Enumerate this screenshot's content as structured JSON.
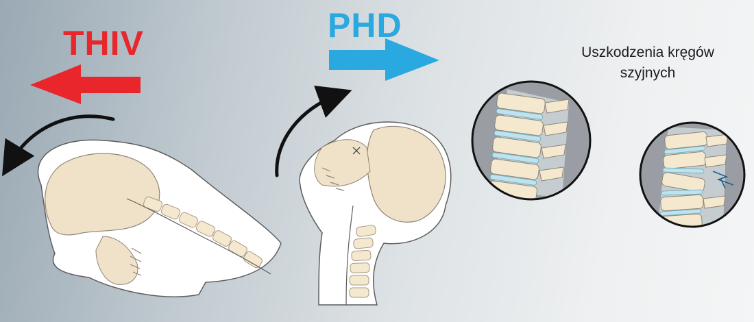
{
  "labels": {
    "left_direction": "THIV",
    "right_direction": "PHD",
    "caption_line1": "Uszkodzenia kręgów",
    "caption_line2": "szyjnych"
  },
  "colors": {
    "thiv_red": "#e8262b",
    "phd_blue": "#2aa8e0",
    "skull_beige": "#f0e2c8",
    "vertebra_beige": "#f4e8cf",
    "disc_blue": "#bfe3ee",
    "inset_gray": "#9a9ea4"
  },
  "icons": [
    "arrow-left-icon",
    "arrow-right-icon",
    "rotation-arrow-icon",
    "head-flexion-illustration",
    "head-extension-illustration",
    "spine-inset-normal",
    "spine-inset-damaged"
  ]
}
